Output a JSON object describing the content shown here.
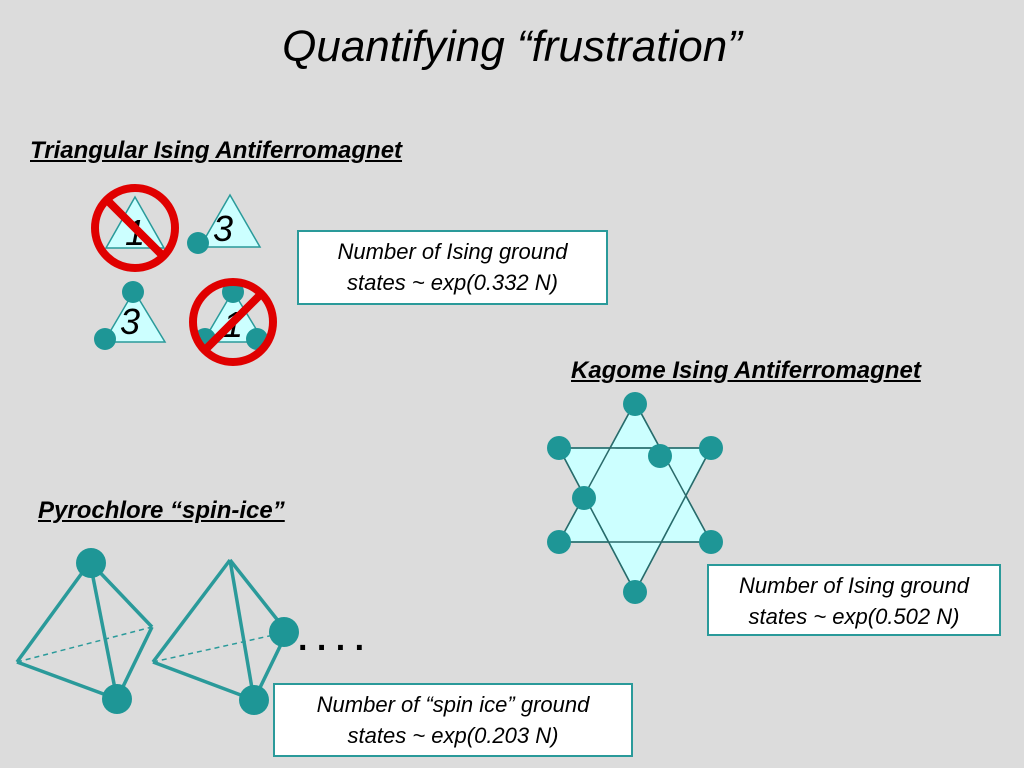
{
  "title": "Quantifying “frustration”",
  "sections": {
    "triangular": {
      "heading": "Triangular Ising Antiferromagnet",
      "box_line1": "Number of Ising ground",
      "box_line2": "states ~ exp(0.332 N)",
      "triangles": [
        {
          "count": "1",
          "forbidden": true
        },
        {
          "count": "3",
          "forbidden": false
        },
        {
          "count": "3",
          "forbidden": false
        },
        {
          "count": "1",
          "forbidden": true
        }
      ]
    },
    "kagome": {
      "heading": "Kagome Ising Antiferromagnet",
      "box_line1": "Number of Ising ground",
      "box_line2": "states ~ exp(0.502 N)"
    },
    "pyrochlore": {
      "heading": "Pyrochlore “spin-ice”",
      "box_line1": "Number of “spin ice” ground",
      "box_line2": "states ~ exp(0.203 N)",
      "ellipsis": ". . . ."
    }
  },
  "colors": {
    "background": "#dcdcdc",
    "triangle_fill": "#ccffff",
    "spin": "#1e9696",
    "teal_line": "#2a9a9a",
    "forbidden": "#e00000"
  }
}
